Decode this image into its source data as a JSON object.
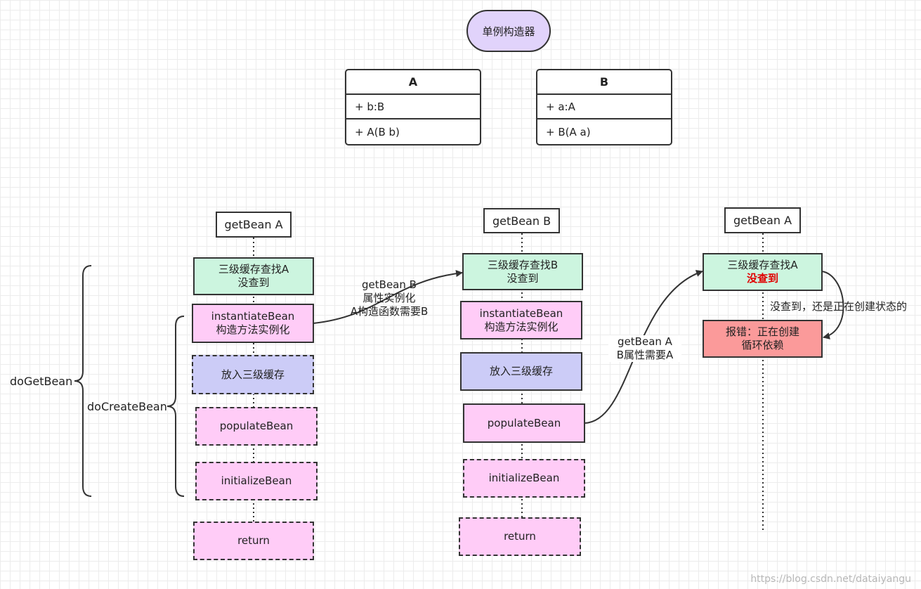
{
  "title": "单例构造器",
  "classes": [
    {
      "name": "A",
      "field": "+ b:B",
      "method": "+ A(B b)"
    },
    {
      "name": "B",
      "field": "+ a:A",
      "method": "+ B(A a)"
    }
  ],
  "columns": [
    {
      "header": "getBean A",
      "steps": [
        {
          "line1": "三级缓存查找A",
          "line2": "没查到"
        },
        {
          "line1": "instantiateBean",
          "line2": "构造方法实例化"
        },
        {
          "line1": "放入三级缓存"
        },
        {
          "line1": "populateBean"
        },
        {
          "line1": "initializeBean"
        },
        {
          "line1": "return"
        }
      ]
    },
    {
      "header": "getBean B",
      "steps": [
        {
          "line1": "三级缓存查找B",
          "line2": "没查到"
        },
        {
          "line1": "instantiateBean",
          "line2": "构造方法实例化"
        },
        {
          "line1": "放入三级缓存"
        },
        {
          "line1": "populateBean"
        },
        {
          "line1": "initializeBean"
        },
        {
          "line1": "return"
        }
      ]
    },
    {
      "header": "getBean A",
      "steps": [
        {
          "line1": "三级缓存查找A",
          "line2": "没查到"
        },
        {
          "line1": "报错：正在创建",
          "line2": "循环依赖"
        }
      ]
    }
  ],
  "annotations": {
    "a_to_b": [
      "getBean B",
      "属性实例化",
      "A构造函数需要B"
    ],
    "b_to_a": [
      "getBean A",
      "B属性需要A"
    ],
    "not_found": "没查到，还是正在创建状态的"
  },
  "braces": {
    "outer": "doGetBean",
    "inner": "doCreateBean"
  },
  "watermark": "https://blog.csdn.net/dataiyangu",
  "colors": {
    "green": "#ccf5df",
    "pink": "#ffccf7",
    "purple": "#ccccf7",
    "red": "#fb9a9a",
    "pill": "#e1d3fb",
    "alert_text": "#e00000"
  }
}
